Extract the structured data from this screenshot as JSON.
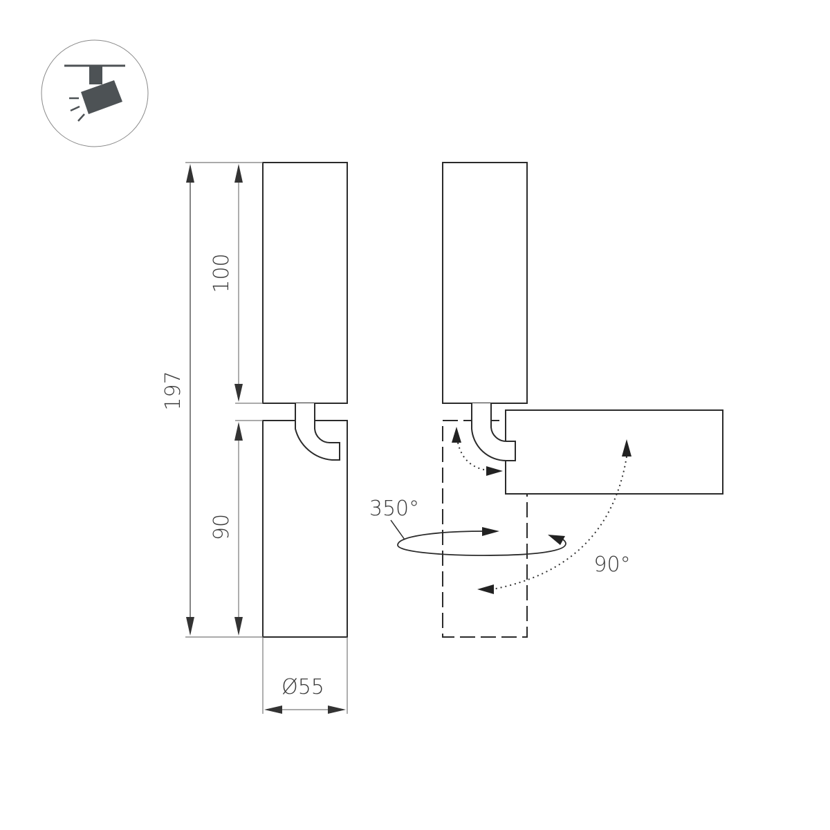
{
  "diagram": {
    "type": "technical-dimension-drawing",
    "subject": "Rotatable cylindrical track spotlight",
    "icon": {
      "name": "track-spotlight-icon",
      "color": "#4d5255"
    },
    "dimensions": {
      "total_height": "197",
      "upper_body_height": "100",
      "lower_body_height": "90",
      "diameter": "Ø55"
    },
    "rotation": {
      "horizontal": "350°",
      "vertical": "90°"
    },
    "colors": {
      "line": "#2a2a2a",
      "dim_line": "#888888",
      "text": "#3a3a3a"
    }
  }
}
